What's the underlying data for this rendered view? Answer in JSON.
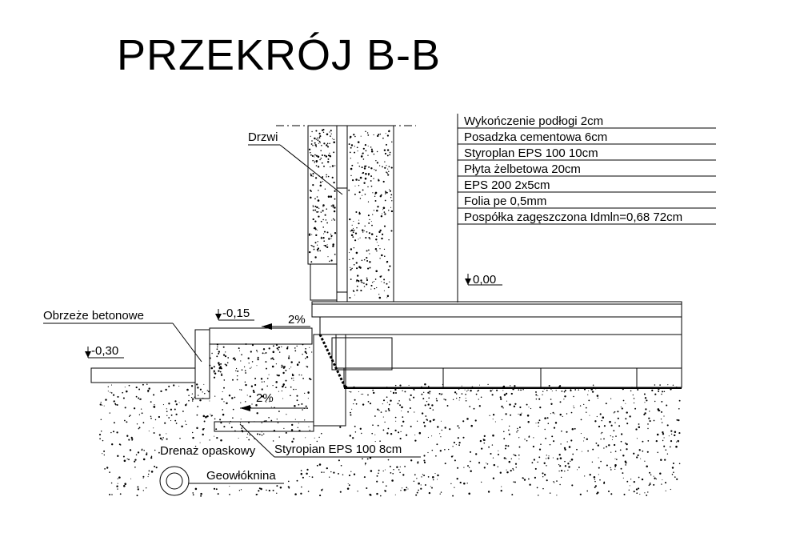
{
  "title": "PRZEKRÓJ   B-B",
  "layers": [
    "Wykończenie podłogi 2cm",
    "Posadzka cementowa 6cm",
    "Styroplan EPS 100  10cm",
    "Płyta żelbetowa 20cm",
    "EPS 200  2x5cm",
    "Folia pe 0,5mm",
    "Pospółka zagęszczona Idmln=0,68  72cm"
  ],
  "labels": {
    "door": "Drzwi",
    "curb": "Obrzeże betonowe",
    "drain": "Drenaż opaskowy",
    "eps_wall": "Styropian EPS 100 8cm",
    "geotextile": "Geowłóknina"
  },
  "levels": {
    "floor": "0,00",
    "terrace": "-0,15",
    "ground": "-0,30"
  },
  "slopes": {
    "terrace": "2%",
    "drain": "2%"
  }
}
